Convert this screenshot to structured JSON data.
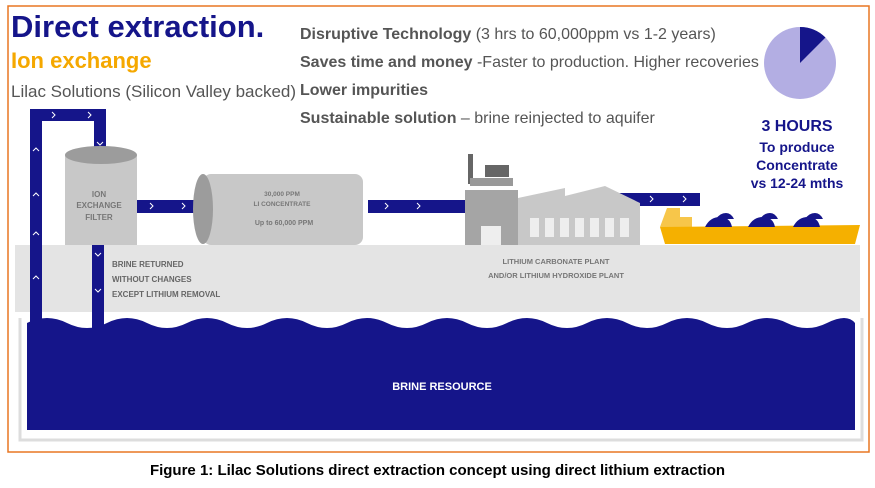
{
  "figure": {
    "title": "Direct extraction.",
    "subtitle": "Ion exchange",
    "company": "Lilac Solutions (Silicon Valley backed)",
    "bullets": [
      {
        "bold": "Disruptive Technology",
        "text": " (3 hrs to 60,000ppm vs 1-2 years)"
      },
      {
        "bold": "Saves time and money",
        "text": " -Faster to production. Higher recoveries"
      },
      {
        "bold": "Lower impurities",
        "text": ""
      },
      {
        "bold": "Sustainable solution",
        "text": " – brine reinjected to aquifer"
      }
    ],
    "pie_fraction": 0.125,
    "time_callout": {
      "headline": "3 HOURS",
      "lines": [
        "To produce",
        "Concentrate",
        "vs 12-24 mths"
      ]
    },
    "filter_label": [
      "ION",
      "EXCHANGE",
      "FILTER"
    ],
    "concentrate_label": [
      "30,000 PPM",
      "LI CONCENTRATE",
      "Up to 60,000 PPM"
    ],
    "brine_returned": [
      "BRINE RETURNED",
      "WITHOUT CHANGES",
      "EXCEPT LITHIUM REMOVAL"
    ],
    "plant_label": [
      "LITHIUM CARBONATE PLANT",
      "AND/OR LITHIUM HYDROXIDE PLANT"
    ],
    "resource_label": "BRINE RESOURCE",
    "colors": {
      "navy": "#15158a",
      "orange": "#f5a800",
      "frame": "#e87722",
      "lilac": "#b3aee3",
      "ground": "#e4e4e4"
    }
  },
  "caption": "Figure 1: Lilac Solutions direct extraction concept using direct lithium extraction"
}
